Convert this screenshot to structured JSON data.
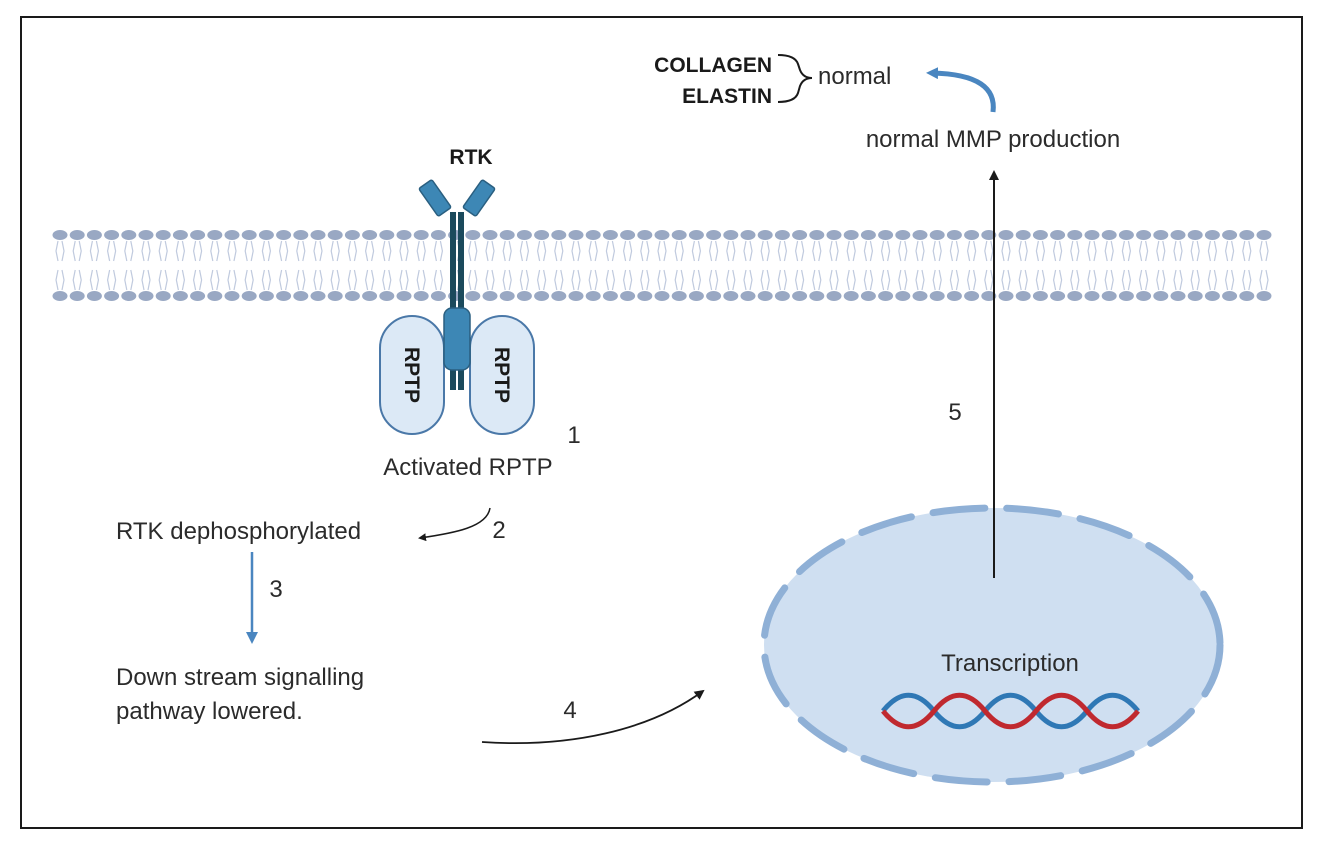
{
  "labels": {
    "collagen": "COLLAGEN",
    "elastin": "ELASTIN",
    "normal": "normal",
    "normal_mmp": "normal MMP production",
    "rtk": "RTK",
    "rptp_left": "RPTP",
    "rptp_right": "RPTP",
    "activated_rptp": "Activated RPTP",
    "rtk_dephosphorylated": "RTK dephosphorylated",
    "downstream_line1": "Down stream signalling",
    "downstream_line2": "pathway lowered.",
    "transcription": "Transcription"
  },
  "steps": {
    "s1": "1",
    "s2": "2",
    "s3": "3",
    "s4": "4",
    "s5": "5"
  },
  "colors": {
    "membrane_head": "#99a8c3",
    "membrane_tail": "#c0cade",
    "receptor_blue": "#3d87b5",
    "receptor_dark": "#1b4a5c",
    "rptp_fill": "#dce9f6",
    "rptp_stroke": "#4a78a8",
    "nucleus_fill": "#cfdff1",
    "nucleus_dash": "#8fb0d6",
    "arrow_blue": "#4a86c0",
    "dna_red": "#c0292f",
    "dna_blue": "#2f78b5"
  }
}
